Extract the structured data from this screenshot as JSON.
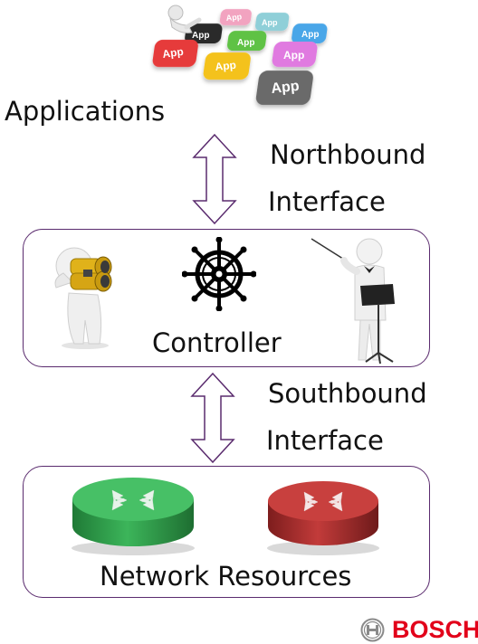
{
  "applications": {
    "label": "Applications",
    "tiles": [
      "App",
      "App",
      "App",
      "App",
      "App",
      "App",
      "App",
      "App"
    ]
  },
  "northbound": {
    "line1": "Northbound",
    "line2": "Interface"
  },
  "controller": {
    "label": "Controller"
  },
  "southbound": {
    "line1": "Southbound",
    "line2": "Interface"
  },
  "network": {
    "label": "Network Resources"
  },
  "brand": {
    "name": "BOSCH",
    "color": "#e2001a"
  },
  "colors": {
    "frame": "#5a2b6e",
    "router_green": "#2f9a4a",
    "router_red": "#b0302f",
    "binoculars": "#e0b21a"
  },
  "icons": [
    "app-tiles-icon",
    "binoculars-figure-icon",
    "ship-wheel-icon",
    "conductor-figure-icon",
    "router-icon",
    "bosch-logo-icon"
  ]
}
